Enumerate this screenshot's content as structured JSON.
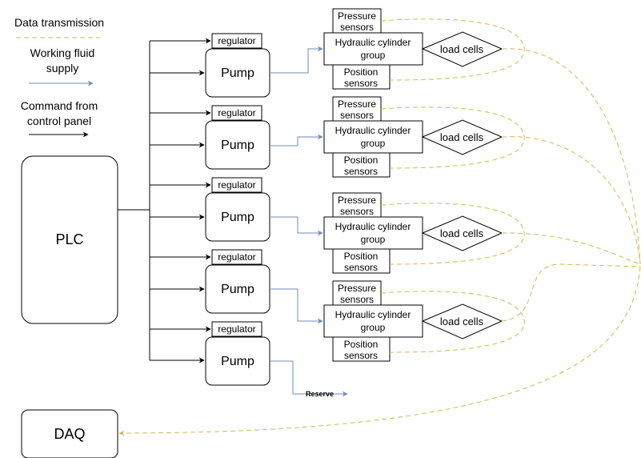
{
  "legend": {
    "data": "Data transmission",
    "fluid_line1": "Working fluid",
    "fluid_line2": "supply",
    "command_line1": "Command from",
    "command_line2": "control panel"
  },
  "plc": "PLC",
  "daq": "DAQ",
  "pump": "Pump",
  "regulator": "regulator",
  "cylinder_line1": "Hydraulic cylinder",
  "cylinder_line2": "group",
  "load_cells": "load cells",
  "pressure_line1": "Pressure",
  "pressure_line2": "sensors",
  "position_line1": "Position",
  "position_line2": "sensors",
  "reserve": "Reserve",
  "colors": {
    "data": "#d6b656",
    "fluid": "#6c8ebf",
    "command": "#000000"
  },
  "pump_count": 5,
  "cylinder_group_count": 4
}
